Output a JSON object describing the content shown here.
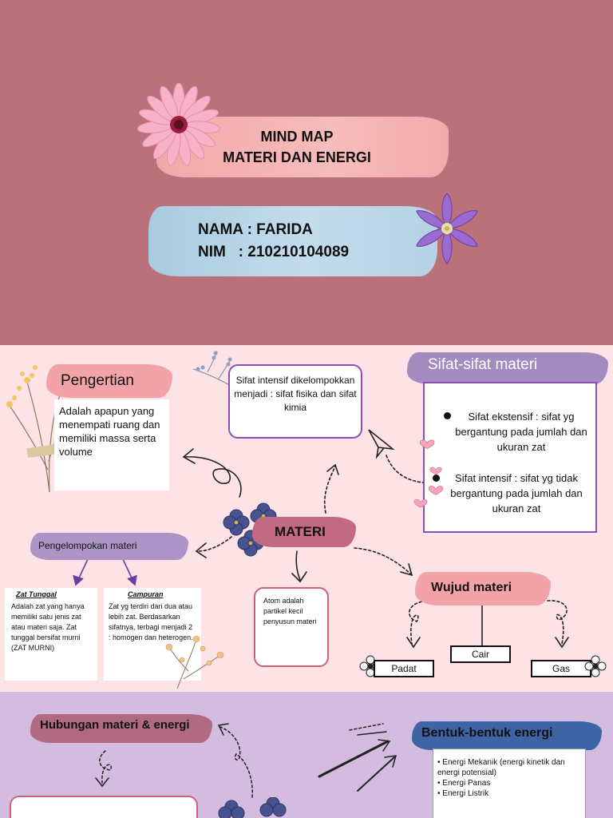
{
  "slide1": {
    "title_line1": "MIND MAP",
    "title_line2": "MATERI DAN ENERGI",
    "name_line": "NAMA : FARIDA",
    "nim_line": "NIM   : 210210104089",
    "background_color": "#bb7179"
  },
  "slide2": {
    "pengertian": {
      "title": "Pengertian",
      "text": "Adalah apapun yang menempati ruang dan memiliki massa serta volume"
    },
    "intensif_note": "Sifat intensif dikelompokkan menjadi : sifat fisika dan sifat kimia",
    "sifat_materi": {
      "title": "Sifat-sifat materi",
      "items": [
        "Sifat ekstensif : sifat yg bergantung pada jumlah dan ukuran zat",
        "Sifat intensif : sifat yg tidak bergantung pada jumlah dan ukuran zat"
      ]
    },
    "center_title": "MATERI",
    "pengelompokan": {
      "title": "Pengelompokan materi",
      "zat_tunggal_title": "Zat Tunggal",
      "zat_tunggal_text": "Adalah zat yang hanya memiliki satu jenis zat atau materi saja. Zat tunggal bersifat murni (ZAT MURNI)",
      "campuran_title": "Campuran",
      "campuran_text": "Zat yg terdiri dari dua atau lebih zat. Berdasarkan sifatnya, terbagi menjadi 2 : homogen dan heterogen."
    },
    "atom_text": "Atom adalah partikel kecil penyusun materi",
    "wujud": {
      "title": "Wujud materi",
      "states": [
        "Padat",
        "Cair",
        "Gas"
      ]
    },
    "background_color": "#fde2e6"
  },
  "slide3": {
    "hubungan_title": "Hubungan materi & energi",
    "bentuk_title": "Bentuk-bentuk energi",
    "bentuk_items": [
      "• Energi Mekanik (energi kinetik dan energi potensial)",
      "• Energi Panas",
      "• Energi Listrik"
    ],
    "background_color": "#d3bcdf"
  }
}
